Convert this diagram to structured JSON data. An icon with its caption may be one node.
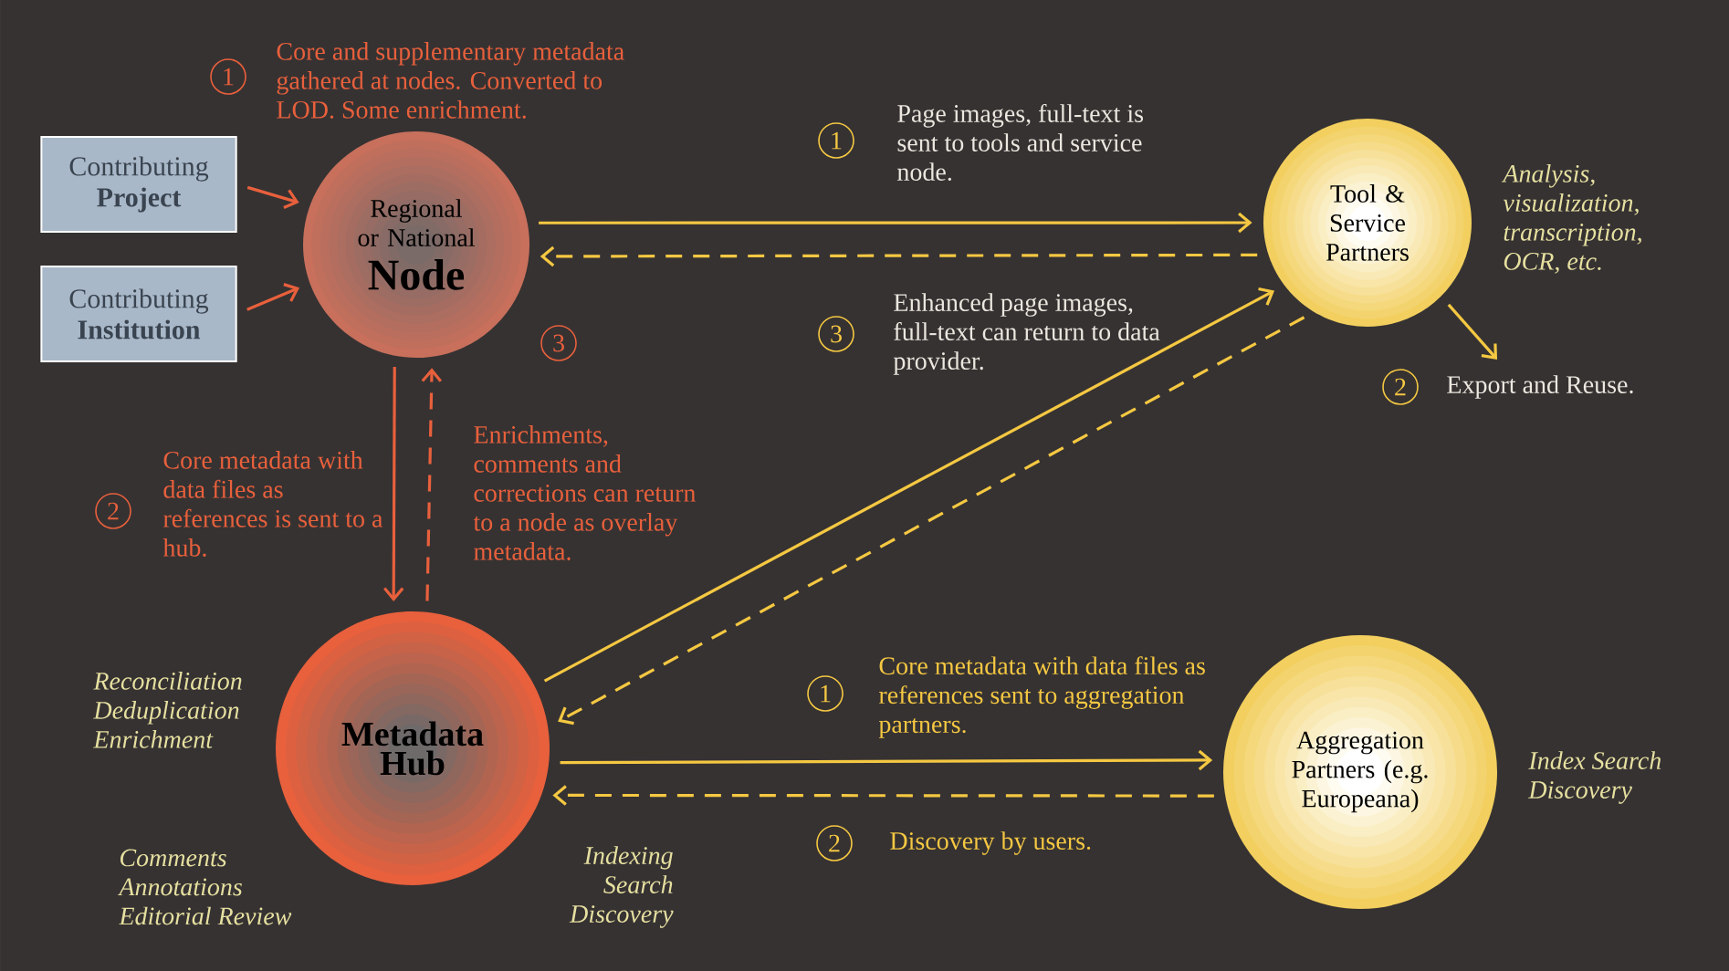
{
  "diagram": {
    "nodes": [
      {
        "text": [
          "Contributing **Project**"
        ]
      },
      {
        "text": [
          "Contributing **Institution**"
        ]
      },
      {
        "text": [
          "Regional or National",
          "Node"
        ]
      },
      {
        "text": [
          "Tool & Service Partners"
        ],
        "beside": [
          "Analysis, visualization, transcription, OCR, etc."
        ]
      },
      {
        "text": [
          "Metadata Hub"
        ],
        "beside": [
          "Reconciliation Deduplication Enrichment",
          "Comments Annotations Editorial Review"
        ]
      },
      {
        "text": [
          "Aggregation Partners (e.g. Europeana)"
        ],
        "beside": [
          "Index Search Discovery"
        ]
      },
      {
        "text": [
          "Export and Reuse."
        ]
      }
    ],
    "edges": [
      {
        "from": 0,
        "to": 2,
        "arrow": "to",
        "color": "#e8603c"
      },
      {
        "from": 1,
        "to": 2,
        "arrow": "to",
        "color": "#e8603c"
      },
      {
        "from": 2,
        "to": 3,
        "arrow": "to",
        "label": "Page images, full-text is sent to tools and service node."
      },
      {
        "from": 3,
        "to": 2,
        "arrow": "to",
        "style": "dashed",
        "label": "Enhanced page images, full-text can return to data provider."
      },
      {
        "from": 4,
        "to": 3,
        "arrow": "to"
      },
      {
        "from": 3,
        "to": 4,
        "arrow": "to",
        "style": "dashed"
      },
      {
        "from": 2,
        "to": 4,
        "arrow": "to",
        "color": "#e8603c",
        "label": "Core metadata with data files as references is sent to a hub."
      },
      {
        "from": 4,
        "to": 2,
        "arrow": "to",
        "style": "dashed",
        "color": "#e8603c",
        "label": "Enrichments, comments and corrections can return to a node as overlay metadata."
      },
      {
        "from": 4,
        "to": 5,
        "arrow": "to",
        "label": "Core metadata with data files as references sent to aggregation partners."
      },
      {
        "from": 5,
        "to": 4,
        "arrow": "to",
        "style": "dashed",
        "label": "Discovery by users."
      },
      {
        "from": 3,
        "to": 6,
        "arrow": "to"
      }
    ],
    "labels": [
      "1",
      "Core and supplementary metadata gathered at nodes. Converted to LOD. Some enrichment.",
      "1",
      "3",
      "3",
      "2",
      "2",
      "1",
      "2",
      "Indexing Search Discovery"
    ]
  }
}
